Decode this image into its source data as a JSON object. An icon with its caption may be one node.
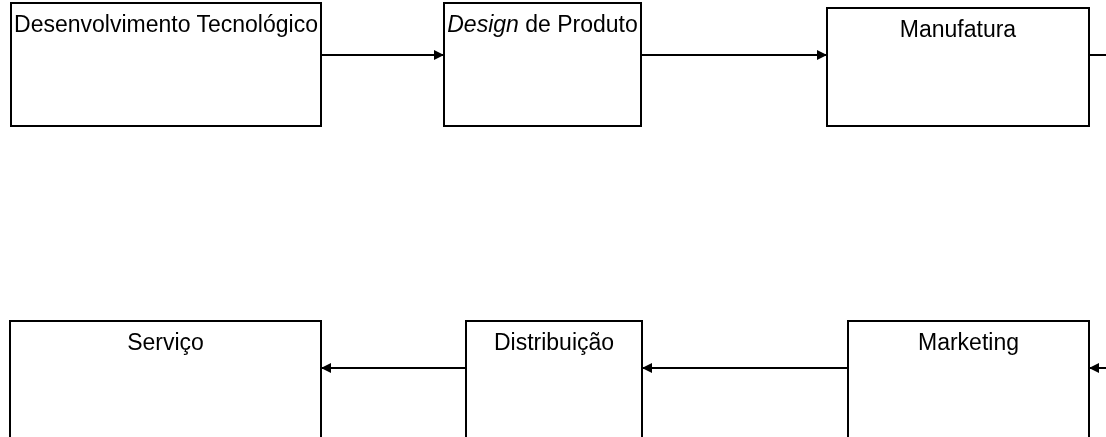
{
  "diagram": {
    "nodes": [
      {
        "text": [
          "Desenvolvimento Tecnológico"
        ]
      },
      {
        "text": [
          "*Design* de Produto"
        ]
      },
      {
        "text": [
          "Manufatura"
        ]
      },
      {
        "text": [
          "Serviço"
        ]
      },
      {
        "text": [
          "Distribuição"
        ]
      },
      {
        "text": [
          "Marketing"
        ]
      }
    ],
    "edges": [
      {
        "from": 0,
        "to": 1,
        "arrow": "to"
      },
      {
        "from": 1,
        "to": 2,
        "arrow": "to"
      },
      {
        "from": 2,
        "to": null,
        "arrow": "none"
      },
      {
        "from": null,
        "to": 5,
        "arrow": "to"
      },
      {
        "from": 5,
        "to": 4,
        "arrow": "to"
      },
      {
        "from": 4,
        "to": 3,
        "arrow": "to"
      }
    ]
  }
}
